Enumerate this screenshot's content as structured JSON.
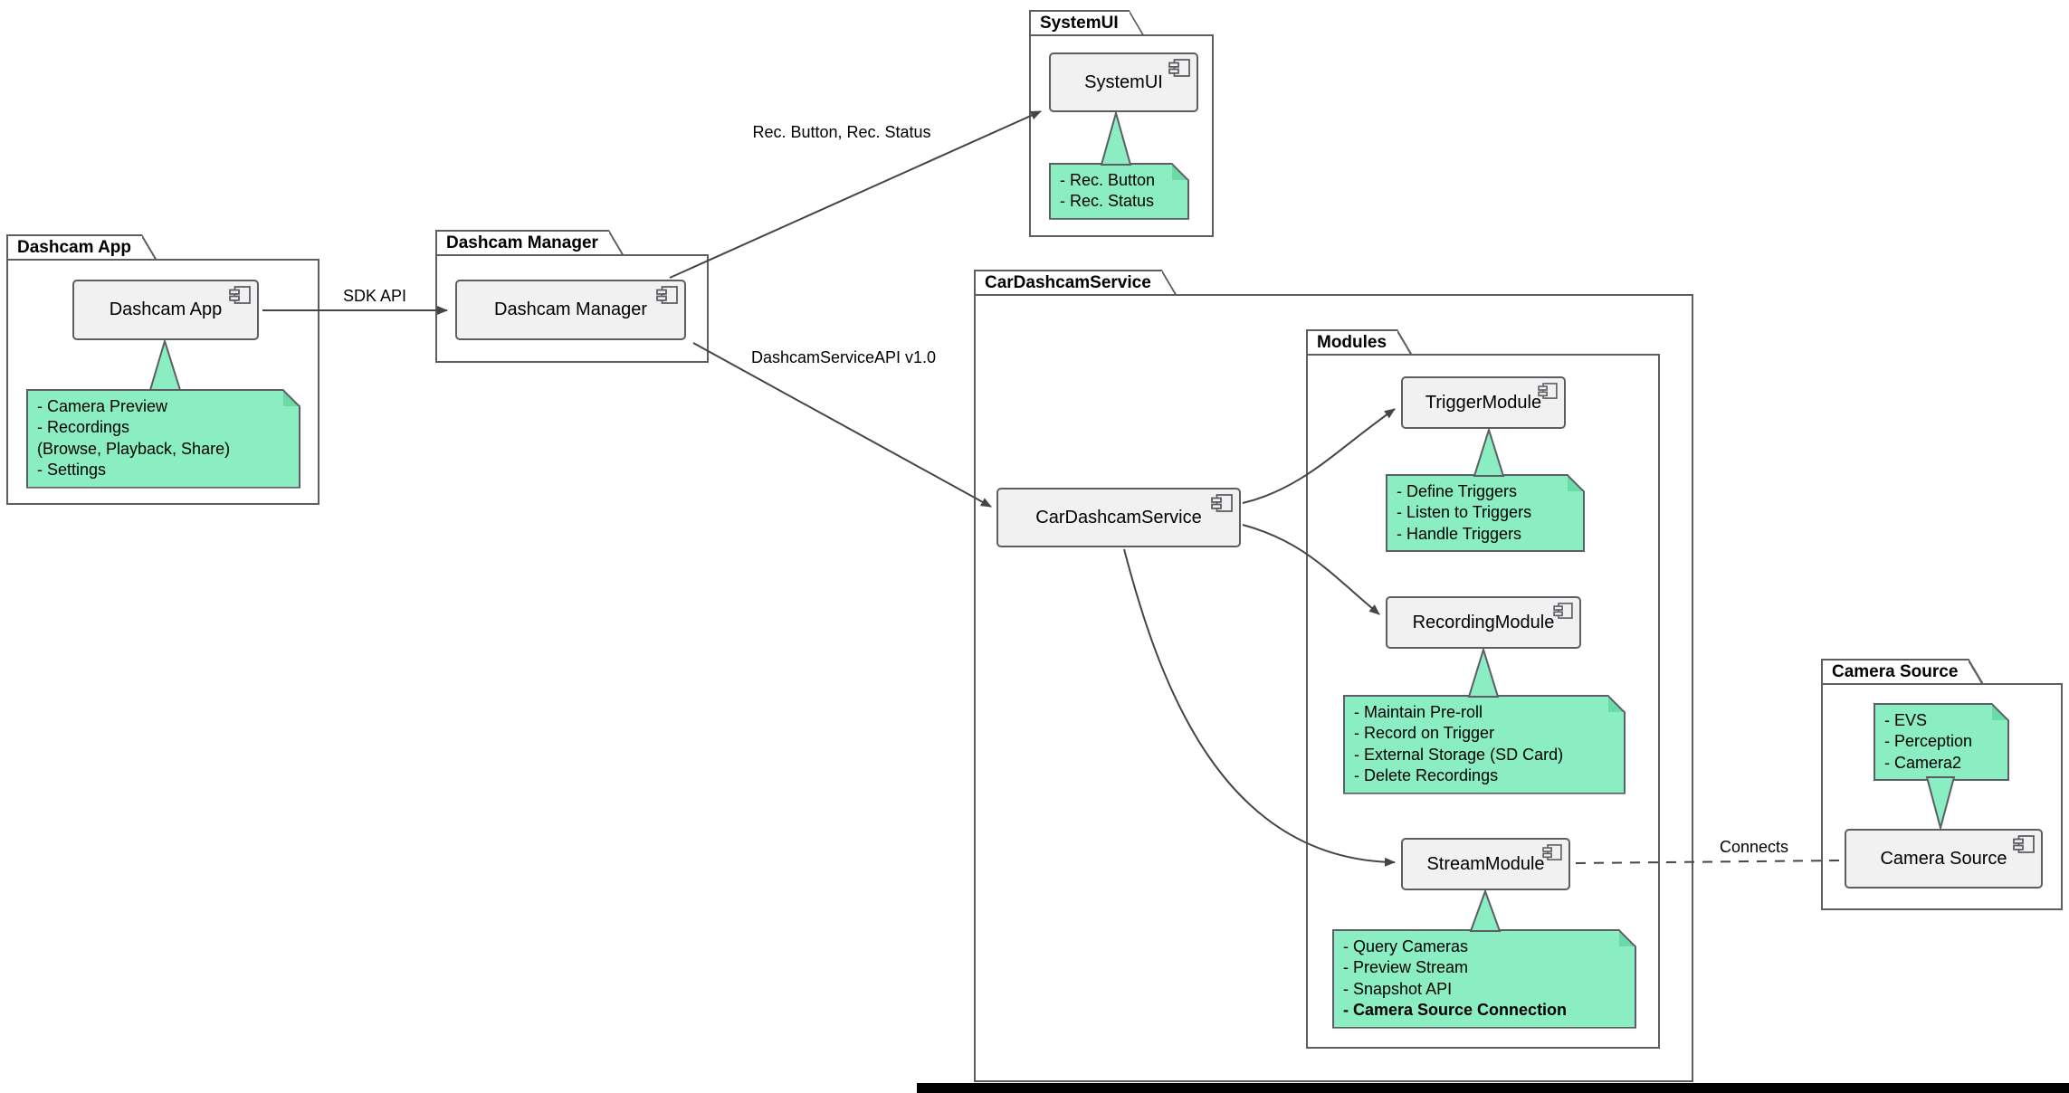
{
  "diagram": {
    "packages": {
      "dashcam_app": {
        "title": "Dashcam App",
        "component": "Dashcam App",
        "note_lines": [
          "- Camera Preview",
          "- Recordings",
          "(Browse, Playback, Share)",
          "- Settings"
        ]
      },
      "dashcam_manager": {
        "title": "Dashcam Manager",
        "component": "Dashcam Manager"
      },
      "systemui": {
        "title": "SystemUI",
        "component": "SystemUI",
        "note_lines": [
          "- Rec. Button",
          "- Rec. Status"
        ]
      },
      "car_dashcam_service": {
        "title": "CarDashcamService",
        "component": "CarDashcamService"
      },
      "modules": {
        "title": "Modules",
        "trigger_module": {
          "component": "TriggerModule",
          "note_lines": [
            "- Define Triggers",
            "- Listen to Triggers",
            "- Handle Triggers"
          ]
        },
        "recording_module": {
          "component": "RecordingModule",
          "note_lines": [
            "- Maintain Pre-roll",
            "- Record on Trigger",
            "- External Storage (SD Card)",
            "- Delete Recordings"
          ]
        },
        "stream_module": {
          "component": "StreamModule",
          "note_lines": [
            "- Query Cameras",
            "- Preview Stream",
            "- Snapshot API"
          ],
          "note_bold_line": "- Camera Source Connection"
        }
      },
      "camera_source": {
        "title": "Camera Source",
        "component": "Camera Source",
        "note_lines": [
          "- EVS",
          "- Perception",
          "- Camera2"
        ]
      }
    },
    "edge_labels": {
      "sdk_api": "SDK API",
      "rec_button_status": "Rec. Button, Rec. Status",
      "dashcam_service_api": "DashcamServiceAPI v1.0",
      "connects": "Connects"
    },
    "colors": {
      "note_bg": "#8bedc2",
      "note_fold": "#6adba6",
      "component_bg": "#f1f1f1",
      "border": "#5d5d64",
      "edge": "#454547"
    }
  }
}
